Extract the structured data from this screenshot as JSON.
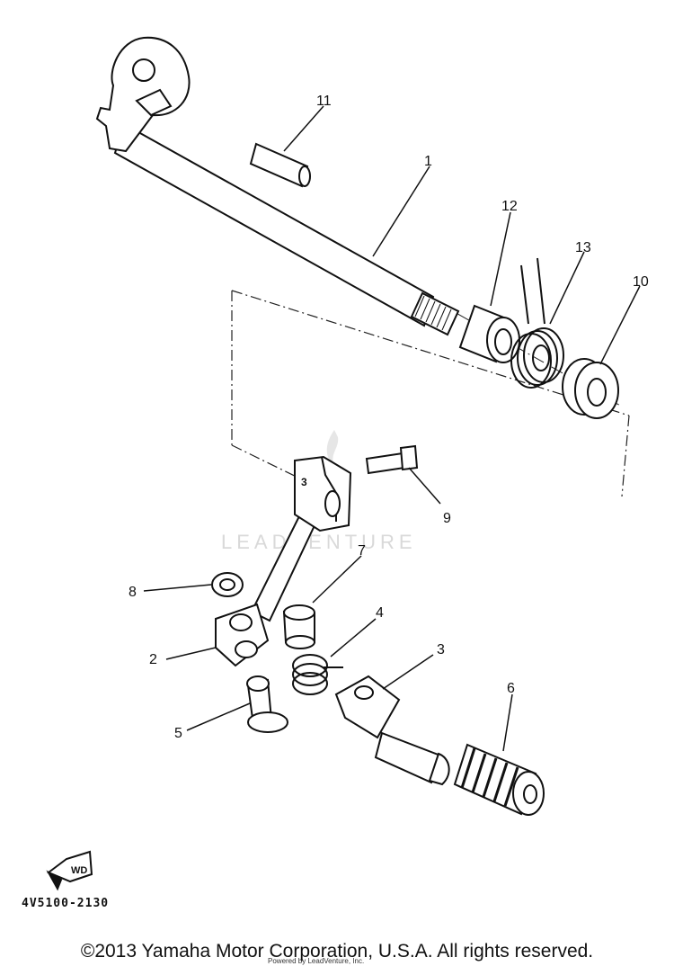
{
  "diagram": {
    "callouts": [
      {
        "id": "1",
        "label": "1"
      },
      {
        "id": "2",
        "label": "2"
      },
      {
        "id": "3",
        "label": "3"
      },
      {
        "id": "3b",
        "label": "3"
      },
      {
        "id": "4",
        "label": "4"
      },
      {
        "id": "5",
        "label": "5"
      },
      {
        "id": "6",
        "label": "6"
      },
      {
        "id": "7",
        "label": "7"
      },
      {
        "id": "8",
        "label": "8"
      },
      {
        "id": "9",
        "label": "9"
      },
      {
        "id": "10",
        "label": "10"
      },
      {
        "id": "11",
        "label": "11"
      },
      {
        "id": "12",
        "label": "12"
      },
      {
        "id": "13",
        "label": "13"
      }
    ],
    "fwd_label": "WD",
    "part_number": "4V5100-2130",
    "watermark": "LEADVENTURE"
  },
  "footer": {
    "copyright": "©2013 Yamaha Motor Corporation, U.S.A. All rights reserved.",
    "credit": "Powered by LeadVenture, Inc."
  }
}
